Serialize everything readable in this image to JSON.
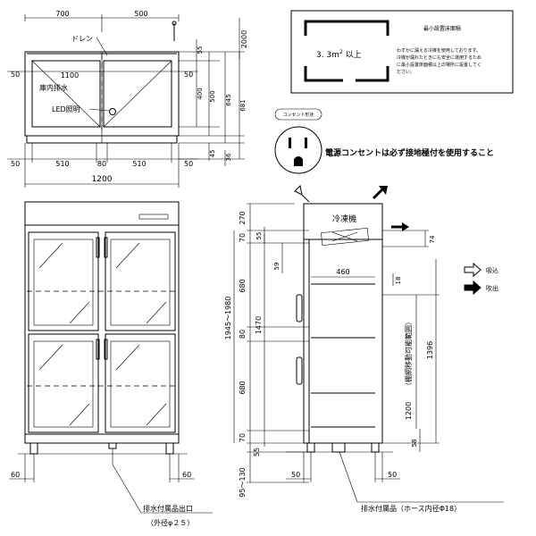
{
  "top_view": {
    "dim_width": "700",
    "dim_offset": "500",
    "dim_height_2000": "2000",
    "drain_label": "ドレン",
    "label_1100": "1100",
    "label_inner_drain": "庫内排水",
    "label_led": "LED照明",
    "dim_left_50": "50",
    "dim_right_50": "50",
    "dim_55": "55",
    "dim_400": "400",
    "dim_500": "500",
    "dim_645": "645",
    "dim_681": "681",
    "dim_45": "45",
    "dim_36": "36",
    "bottom_dims": [
      "50",
      "510",
      "80",
      "510",
      "50"
    ],
    "total_width": "1200"
  },
  "floor_area": {
    "value": "3. 3m",
    "superscript": "2",
    "suffix": " 以上",
    "title": "最小設置床面積",
    "note_lines": [
      "わずかに漏える冷媒を使用しております。",
      "冷媒が漏れたときにも安全に運用するため",
      "に最小設置床面積以上の場所に設置してく",
      "ださい。"
    ]
  },
  "outlet": {
    "tag": "コンセント形状",
    "notice": "電源コンセントは必ず接地極付を使用すること"
  },
  "front_view": {
    "dim_60_left": "60",
    "dim_60_right": "60",
    "drain_outlet": "排水付属品出口",
    "outer_dia": "（外径φ２５）"
  },
  "side_view": {
    "dims_left": [
      "270",
      "70",
      "680",
      "80",
      "680",
      "70",
      "55"
    ],
    "dim_total_height": "1945～1980",
    "dim_1470": "1470",
    "dim_59": "59",
    "dim_95_130": "95～130",
    "condenser_label": "冷凍機",
    "dim_74": "74",
    "dim_460": "460",
    "dim_18": "18",
    "shelf_range_label": "（棚網移動可能範囲）",
    "dim_1396": "1396",
    "dim_1200": "1200",
    "dim_58": "58",
    "dim_50_left": "50",
    "dim_50_right": "50",
    "legend_intake": "吸込",
    "legend_exhaust": "吹出",
    "hose_label": "排水付属品（ホース内径Φ18）"
  }
}
